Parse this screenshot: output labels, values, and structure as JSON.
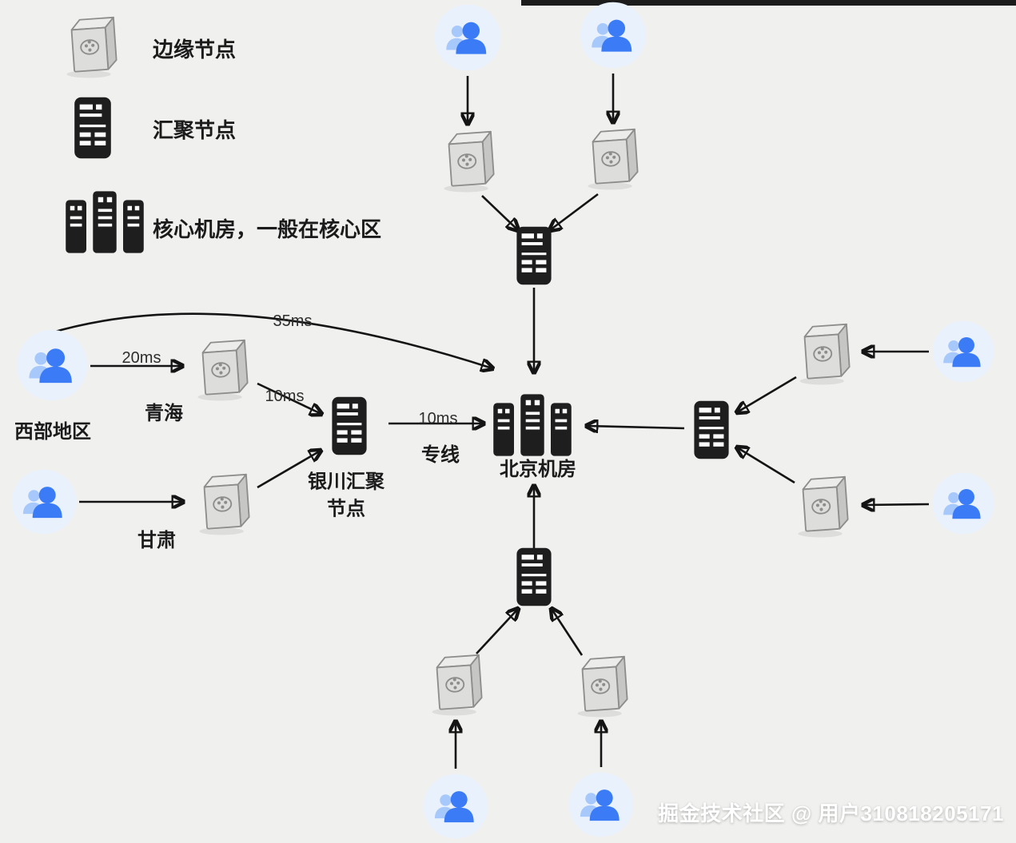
{
  "legend": {
    "items": [
      {
        "label": "边缘节点"
      },
      {
        "label": "汇聚节点"
      },
      {
        "label": "核心机房，一般在核心区"
      }
    ]
  },
  "nodes": {
    "beijing": "北京机房",
    "west_region": "西部地区",
    "qinghai": "青海",
    "gansu": "甘肃",
    "yinchuan": "银川汇聚\n节点",
    "dedicated_line": "专线"
  },
  "latency": {
    "west_to_beijing": "35ms",
    "west_to_qinghai": "20ms",
    "qinghai_to_yinchuan": "10ms",
    "yinchuan_to_beijing": "10ms"
  },
  "watermark": "掘金技术社区 @ 用户310818205171",
  "colors": {
    "background": "#f0f0ee",
    "arrow": "#141414",
    "node_dark": "#1e1e1e",
    "user_primary": "#3b7cf6",
    "user_secondary": "#a6c8fb",
    "user_bg": "#e9f1fd"
  }
}
